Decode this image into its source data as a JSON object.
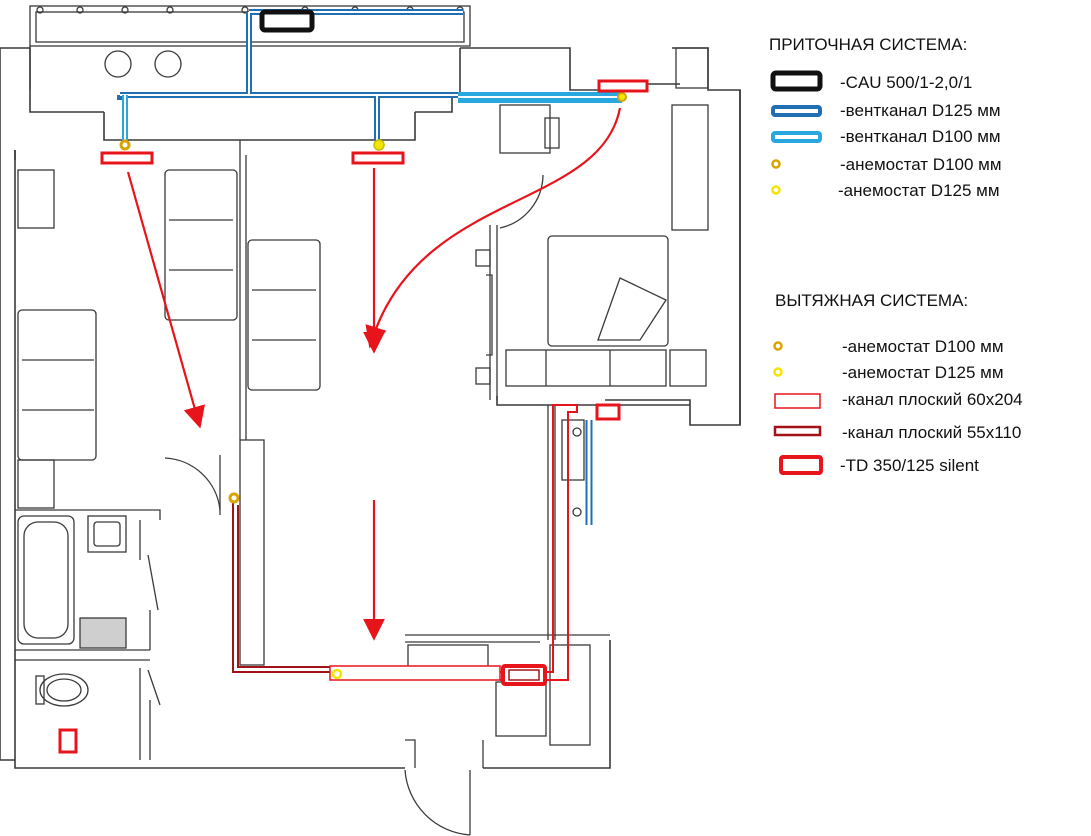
{
  "colors": {
    "supply_unit": "#111111",
    "duct_d125": "#1f6fb2",
    "duct_d100": "#29a8df",
    "exhaust": "#e8141b",
    "exhaust_dark": "#a31217",
    "anemostat_d100": "#d9a300",
    "anemostat_d125": "#f2e600",
    "wall": "#3a3a3a"
  },
  "legend": {
    "supply": {
      "title": "ПРИТОЧНАЯ СИСТЕМА:",
      "items": [
        {
          "label": "-CAU 500/1-2,0/1",
          "icon": "black-unit-rect"
        },
        {
          "label": "-вентканал D125 мм",
          "icon": "dark-blue-duct"
        },
        {
          "label": "-вентканал D100 мм",
          "icon": "light-blue-duct"
        },
        {
          "label": "-анемостат D100 мм",
          "icon": "orange-dot"
        },
        {
          "label": "-анемостат D125 мм",
          "icon": "yellow-dot"
        }
      ]
    },
    "exhaust": {
      "title": "ВЫТЯЖНАЯ СИСТЕМА:",
      "items": [
        {
          "label": "-анемостат D100 мм",
          "icon": "orange-dot"
        },
        {
          "label": "-анемостат D125 мм",
          "icon": "yellow-dot"
        },
        {
          "label": "-канал плоский  60х204",
          "icon": "red-flat-duct"
        },
        {
          "label": "-канал плоский  55х110",
          "icon": "dark-red-flat-duct"
        },
        {
          "label": "-TD 350/125 silent",
          "icon": "red-fan-rect"
        }
      ]
    }
  }
}
